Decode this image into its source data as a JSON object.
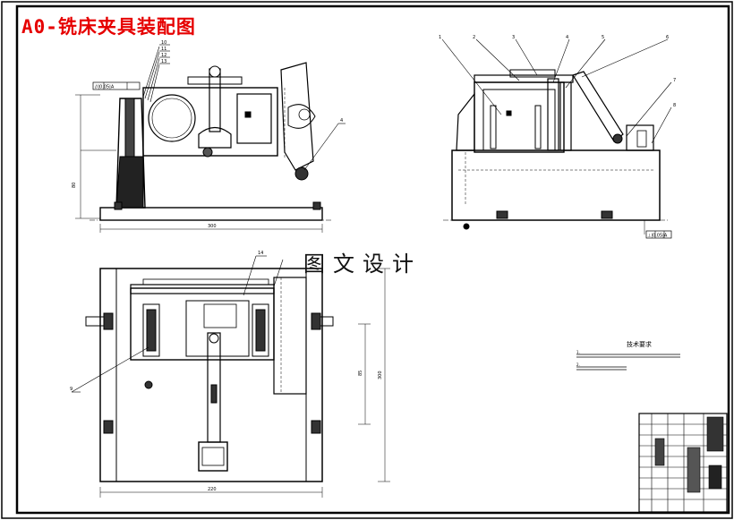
{
  "drawing": {
    "title": "A0-铣床夹具装配图",
    "watermark": "图文设计"
  },
  "tech_requirements": {
    "heading": "技术要求",
    "lines": [
      "1.",
      "2."
    ]
  },
  "front_view": {
    "tolerance_frame": "//|0.05|A",
    "width_dim": "300",
    "height_dim": "80",
    "labels": [
      "10",
      "11",
      "12",
      "13",
      "4"
    ]
  },
  "side_view": {
    "tolerance_frame": "⊥|0.05|A",
    "labels": [
      "1",
      "2",
      "3",
      "4",
      "5",
      "6",
      "7",
      "8"
    ]
  },
  "top_view": {
    "width_dim": "220",
    "height_dim": "300",
    "inner_dim": "85",
    "labels": [
      "9",
      "14"
    ]
  },
  "colors": {
    "title": "#e60000",
    "lines": "#000000"
  }
}
